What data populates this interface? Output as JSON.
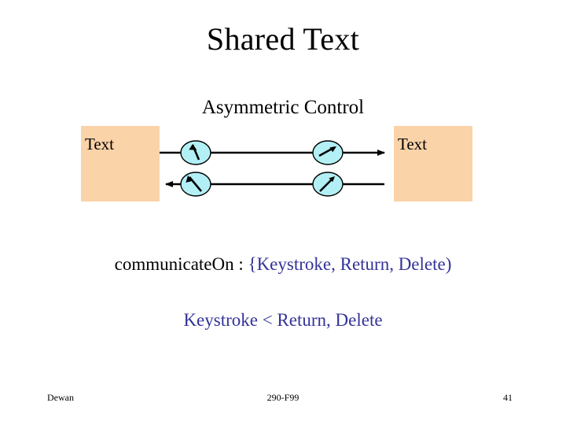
{
  "slide": {
    "title": "Shared Text",
    "subtitle": "Asymmetric Control",
    "background_color": "#ffffff"
  },
  "diagram": {
    "box_color": "#fbd3a8",
    "node_fill_color": "#b2f0f5",
    "node_stroke_color": "#000000",
    "line_color": "#000000",
    "left_box": {
      "label": "Text"
    },
    "right_box": {
      "label": "Text"
    },
    "connections": [
      {
        "name": "top-channel",
        "direction": "left-to-right",
        "arrowhead": "right-end",
        "nodes": [
          {
            "name": "top-left-node",
            "hand_direction": "up-left"
          },
          {
            "name": "top-right-node",
            "hand_direction": "up-right"
          }
        ]
      },
      {
        "name": "bottom-channel",
        "direction": "right-to-left",
        "arrowhead": "left-end",
        "nodes": [
          {
            "name": "bottom-left-node",
            "hand_direction": "up-left"
          },
          {
            "name": "bottom-right-node",
            "hand_direction": "up-right"
          }
        ]
      }
    ]
  },
  "body": {
    "line1_prefix": "communicateOn : ",
    "line1_accent": "{Keystroke, Return, Delete)",
    "line2": "Keystroke < Return, Delete",
    "accent_color": "#333399"
  },
  "footer": {
    "author": "Dewan",
    "course": "290-F99",
    "page": "41"
  }
}
